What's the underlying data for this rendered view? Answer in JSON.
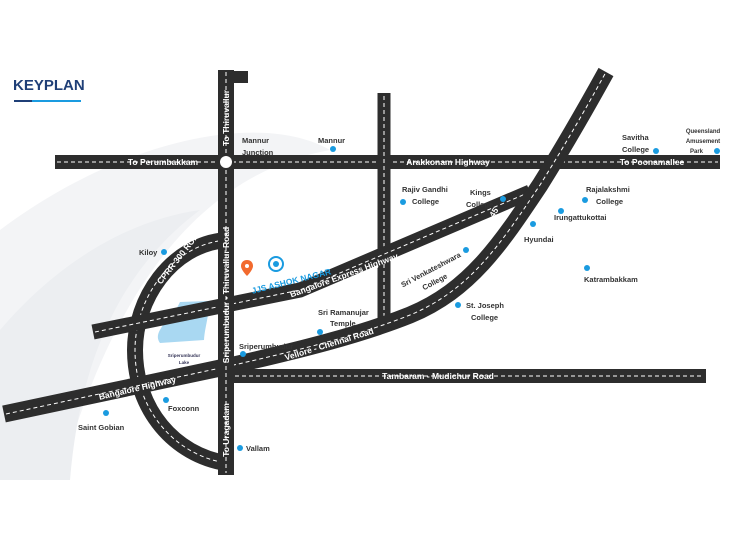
{
  "title": "KEYPLAN",
  "colors": {
    "road": "#2d2d2d",
    "marker": "#1a9be0",
    "title": "#1f3f77",
    "accent": "#1a9be0",
    "pin": "#f26a2e",
    "lake": "#a9d8f2"
  },
  "project": {
    "name": "JJS ASHOK NAGAR",
    "icon": "logo-icon",
    "pin_icon": "location-pin-icon"
  },
  "roads": {
    "perumbakkam": "To Perumbakkam",
    "arakkonam": "Arakkonam Highway",
    "poonamallee": "To Poonamallee",
    "thiruvallur": "To Thiruvallur",
    "sriperumbudur_thiruvallur": "Sriperumbudur - Thiruvallur Road",
    "cprr": "CPRR 300 ROAD",
    "bangalore_express": "Bangalore Express Highway",
    "bangalore_highway": "Bangalore Highway",
    "vellore_chennai": "Vellore - Chennai Road",
    "tambaram": "Tambaram - Mudichur Road",
    "highway45": "Highway - 45",
    "uragadam": "To Uragadam"
  },
  "places": {
    "mannur_junction": [
      "Mannur",
      "Junction"
    ],
    "mannur": "Mannur",
    "rajiv_gandhi": [
      "Rajiv Gandhi",
      "College"
    ],
    "kings": [
      "Kings",
      "College"
    ],
    "savitha": [
      "Savitha",
      "College"
    ],
    "queensland": [
      "Queensland",
      "Amusement",
      "Park"
    ],
    "rajalakshmi": [
      "Rajalakshmi",
      "College"
    ],
    "irungattukottai": "Irungattukottai",
    "hyundai": "Hyundai",
    "katrambakkam": "Katrambakkam",
    "sri_venkateshwara": [
      "Sri Venkateshwara",
      "College"
    ],
    "st_joseph": [
      "St. Joseph",
      "College"
    ],
    "sri_ramanujar": [
      "Sri Ramanujar",
      "Temple"
    ],
    "sriperumbudur": "Sriperumbudur",
    "kiloy": "Kiloy",
    "lake": [
      "Sriperumbudur",
      "Lake"
    ],
    "foxconn": "Foxconn",
    "saint_gobian": "Saint Gobian",
    "vallam": "Vallam"
  }
}
